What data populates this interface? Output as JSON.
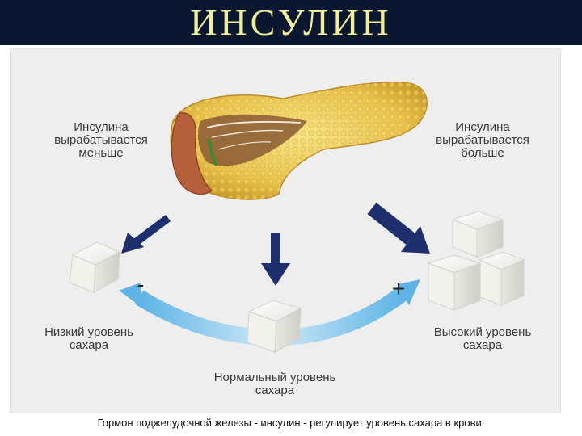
{
  "title": "ИНСУЛИН",
  "labels": {
    "less_insulin": "Инсулина\nвырабатывается\nменьше",
    "more_insulin": "Инсулина\nвырабатывается\nбольше",
    "low_sugar": "Низкий уровень\nсахара",
    "high_sugar": "Высокий уровень\nсахара",
    "normal_sugar": "Нормальный уровень\nсахара",
    "minus": "-",
    "plus": "+"
  },
  "caption": "Гормон поджелудочной железы - инсулин - регулирует  уровень сахара в крови.",
  "colors": {
    "title_bar": "#0b1630",
    "title_text": "#f1ee9a",
    "arrow_dark": "#1e2f6e",
    "arrow_light": "#4aa4d8"
  }
}
